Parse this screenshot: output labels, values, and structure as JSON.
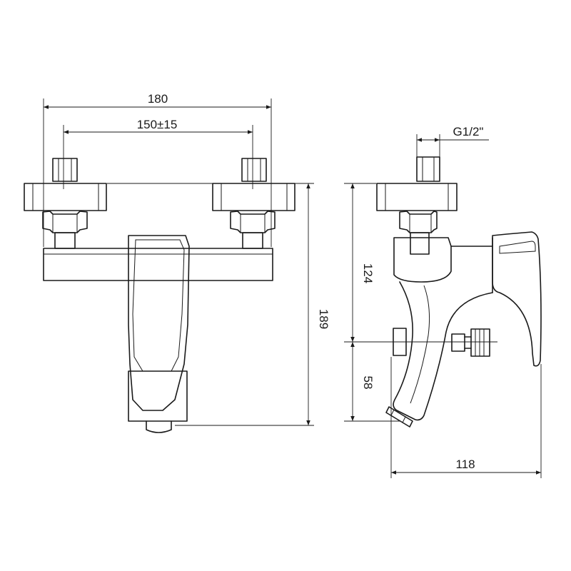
{
  "front_view": {
    "dim_overall_width": "180",
    "dim_inlet_spacing": "150±15",
    "dim_overall_height": "189"
  },
  "side_view": {
    "dim_thread": "G1/2\"",
    "dim_height_to_handle": "124",
    "dim_spout_drop": "58",
    "dim_projection": "118"
  }
}
